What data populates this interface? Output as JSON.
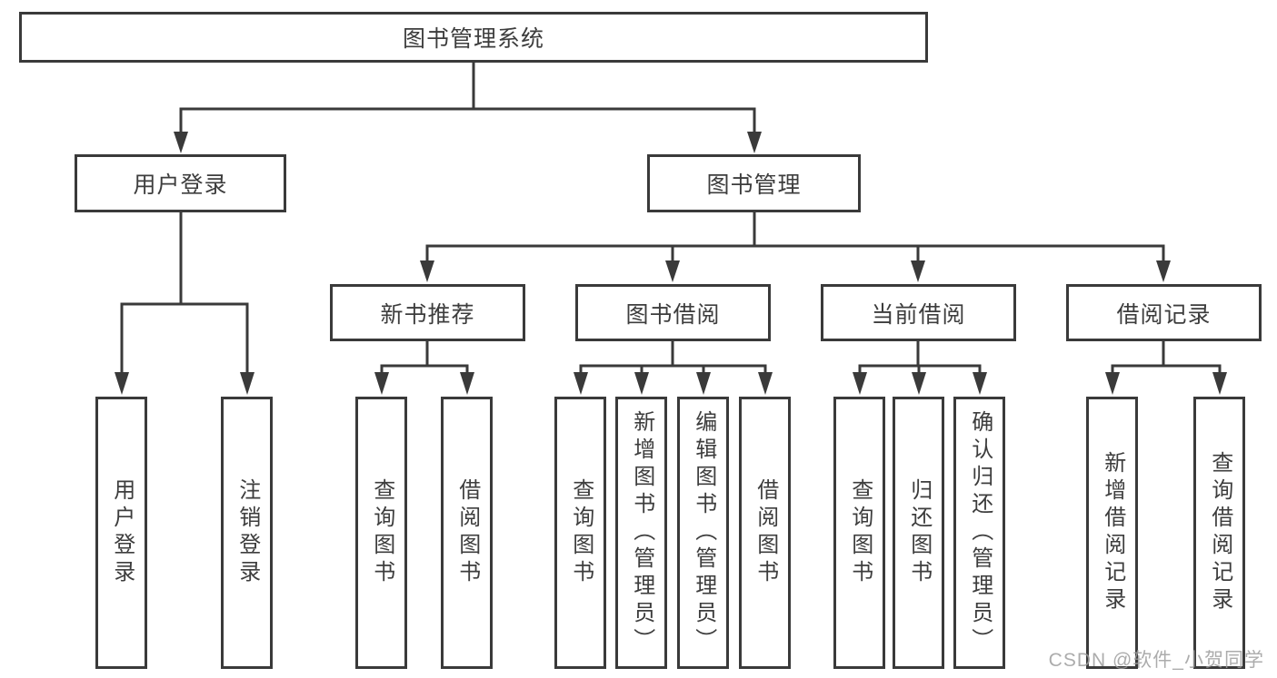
{
  "tree": {
    "label": "图书管理系统",
    "children": [
      {
        "label": "用户登录",
        "children": [
          {
            "label": "用户登录"
          },
          {
            "label": "注销登录"
          }
        ]
      },
      {
        "label": "图书管理",
        "children": [
          {
            "label": "新书推荐",
            "children": [
              {
                "label": "查询图书"
              },
              {
                "label": "借阅图书"
              }
            ]
          },
          {
            "label": "图书借阅",
            "children": [
              {
                "label": "查询图书"
              },
              {
                "label": "新增图书（管理员）"
              },
              {
                "label": "编辑图书（管理员）"
              },
              {
                "label": "借阅图书"
              }
            ]
          },
          {
            "label": "当前借阅",
            "children": [
              {
                "label": "查询图书"
              },
              {
                "label": "归还图书"
              },
              {
                "label": "确认归还（管理员）"
              }
            ]
          },
          {
            "label": "借阅记录",
            "children": [
              {
                "label": "新增借阅记录"
              },
              {
                "label": "查询借阅记录"
              }
            ]
          }
        ]
      }
    ]
  },
  "colors": {
    "line": "#3a3a3a",
    "text": "#3d3d3d",
    "watermark": "#9e9e9e"
  },
  "watermark": "CSDN @软件_小贺同学"
}
